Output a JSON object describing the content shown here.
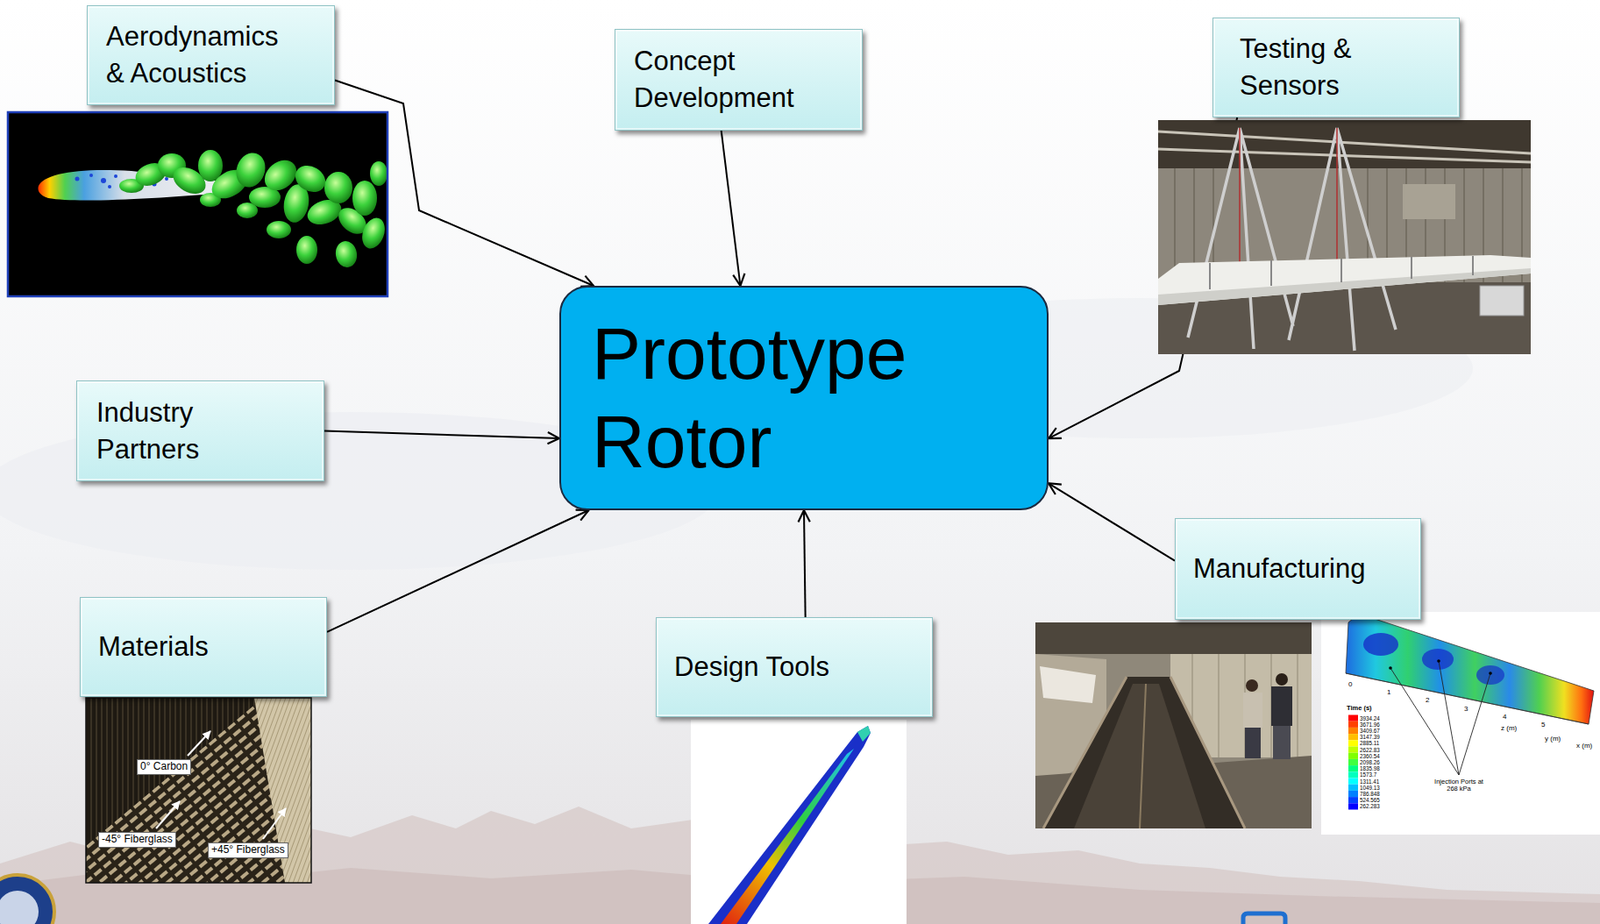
{
  "diagram": {
    "nodes": [
      {
        "text": [
          "Aerodynamics & Acoustics"
        ]
      },
      {
        "text": [
          "Concept Development"
        ]
      },
      {
        "text": [
          "Testing & Sensors"
        ]
      },
      {
        "text": [
          "Industry Partners"
        ]
      },
      {
        "text": [
          "Prototype Rotor"
        ]
      },
      {
        "text": [
          "Manufacturing"
        ]
      },
      {
        "text": [
          "Materials"
        ]
      },
      {
        "text": [
          "Design Tools"
        ]
      }
    ],
    "edges": [
      {
        "from": 0,
        "to": 4,
        "arrow": "to"
      },
      {
        "from": 1,
        "to": 4,
        "arrow": "to"
      },
      {
        "from": 2,
        "to": 4,
        "arrow": "to"
      },
      {
        "from": 3,
        "to": 4,
        "arrow": "to"
      },
      {
        "from": 5,
        "to": 4,
        "arrow": "to"
      },
      {
        "from": 6,
        "to": 4,
        "arrow": "to"
      },
      {
        "from": 7,
        "to": 4,
        "arrow": "to"
      }
    ],
    "labels": [
      "0° Carbon",
      "-45° Fiberglass",
      "+45° Fiberglass",
      "Time (s)",
      "3934.24",
      "3671.96",
      "3409.67",
      "3147.39",
      "2885.11",
      "2622.83",
      "2360.54",
      "2098.26",
      "1835.98",
      "1573.7",
      "1311.41",
      "1049.13",
      "786.848",
      "524.565",
      "262.283",
      "z (m)",
      "y (m)",
      "x (m)",
      "0",
      "1",
      "2",
      "3",
      "4",
      "5",
      "Injection Ports at 268 kPa"
    ]
  }
}
